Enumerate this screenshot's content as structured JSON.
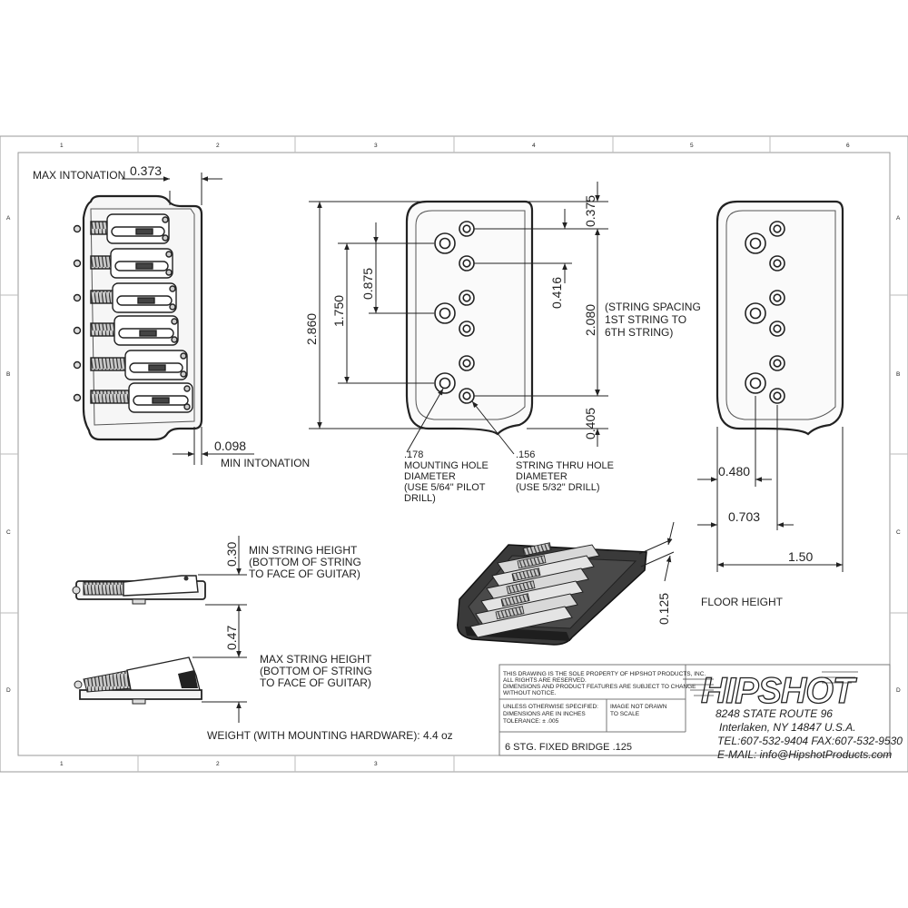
{
  "frame": {
    "col_numbers_top": [
      "1",
      "2",
      "3",
      "4",
      "5",
      "6"
    ],
    "col_numbers_bottom": [
      "1",
      "2",
      "3"
    ],
    "row_letters": [
      "A",
      "B",
      "C",
      "D"
    ]
  },
  "top_view": {
    "max_intonation_label": "MAX INTONATION",
    "max_intonation_value": "0.373",
    "min_intonation_label": "MIN INTONATION",
    "min_intonation_value": "0.098"
  },
  "bottom_view": {
    "dim_overall": "2.860",
    "dim_hole_span": "1.750",
    "dim_hole_pitch": "0.875",
    "dim_top_offset": "0.375",
    "dim_string_offset": "0.416",
    "dim_string_spacing": "2.080",
    "dim_bottom_offset": "0.405",
    "string_spacing_note": [
      "(STRING SPACING",
      "1ST STRING TO",
      "6TH STRING)"
    ],
    "mounting_hole_note": [
      ".178",
      "MOUNTING HOLE",
      "DIAMETER",
      "(USE 5/64\" PILOT",
      "DRILL)"
    ],
    "string_thru_note": [
      ".156",
      "STRING THRU HOLE",
      "DIAMETER",
      "(USE 5/32\" DRILL)"
    ]
  },
  "right_view": {
    "dim_480": "0.480",
    "dim_703": "0.703",
    "dim_width": "1.50"
  },
  "side_views": {
    "min_height_value": "0.30",
    "min_height_note": [
      "MIN STRING HEIGHT",
      "(BOTTOM OF STRING",
      "TO FACE OF GUITAR)"
    ],
    "max_height_value": "0.47",
    "max_height_note": [
      "MAX STRING HEIGHT",
      "(BOTTOM OF STRING",
      "TO FACE OF GUITAR)"
    ],
    "weight": "WEIGHT (WITH MOUNTING HARDWARE): 4.4 oz"
  },
  "iso_view": {
    "floor_height_label": "FLOOR HEIGHT",
    "floor_height_value": "0.125"
  },
  "title_block": {
    "property_notice": [
      "THIS DRAWING IS THE SOLE PROPERTY OF HIPSHOT PRODUCTS, INC.",
      "ALL RIGHTS ARE RESERVED.",
      "DIMENSIONS AND PRODUCT FEATURES ARE SUBJECT TO CHANGE",
      "WITHOUT NOTICE."
    ],
    "tolerance_note": [
      "UNLESS OTHERWISE SPECIFIED:",
      "DIMENSIONS ARE IN INCHES",
      "TOLERANCE: ± .005"
    ],
    "scale_note": [
      "IMAGE NOT DRAWN",
      "TO SCALE"
    ],
    "part_name": "6 STG. FIXED BRIDGE .125",
    "logo_text": "HIPSHOT",
    "address": [
      "8248 STATE ROUTE 96",
      "Interlaken, NY 14847 U.S.A.",
      "TEL:607-532-9404 FAX:607-532-9530",
      "E-MAIL: info@HipshotProducts.com"
    ]
  }
}
